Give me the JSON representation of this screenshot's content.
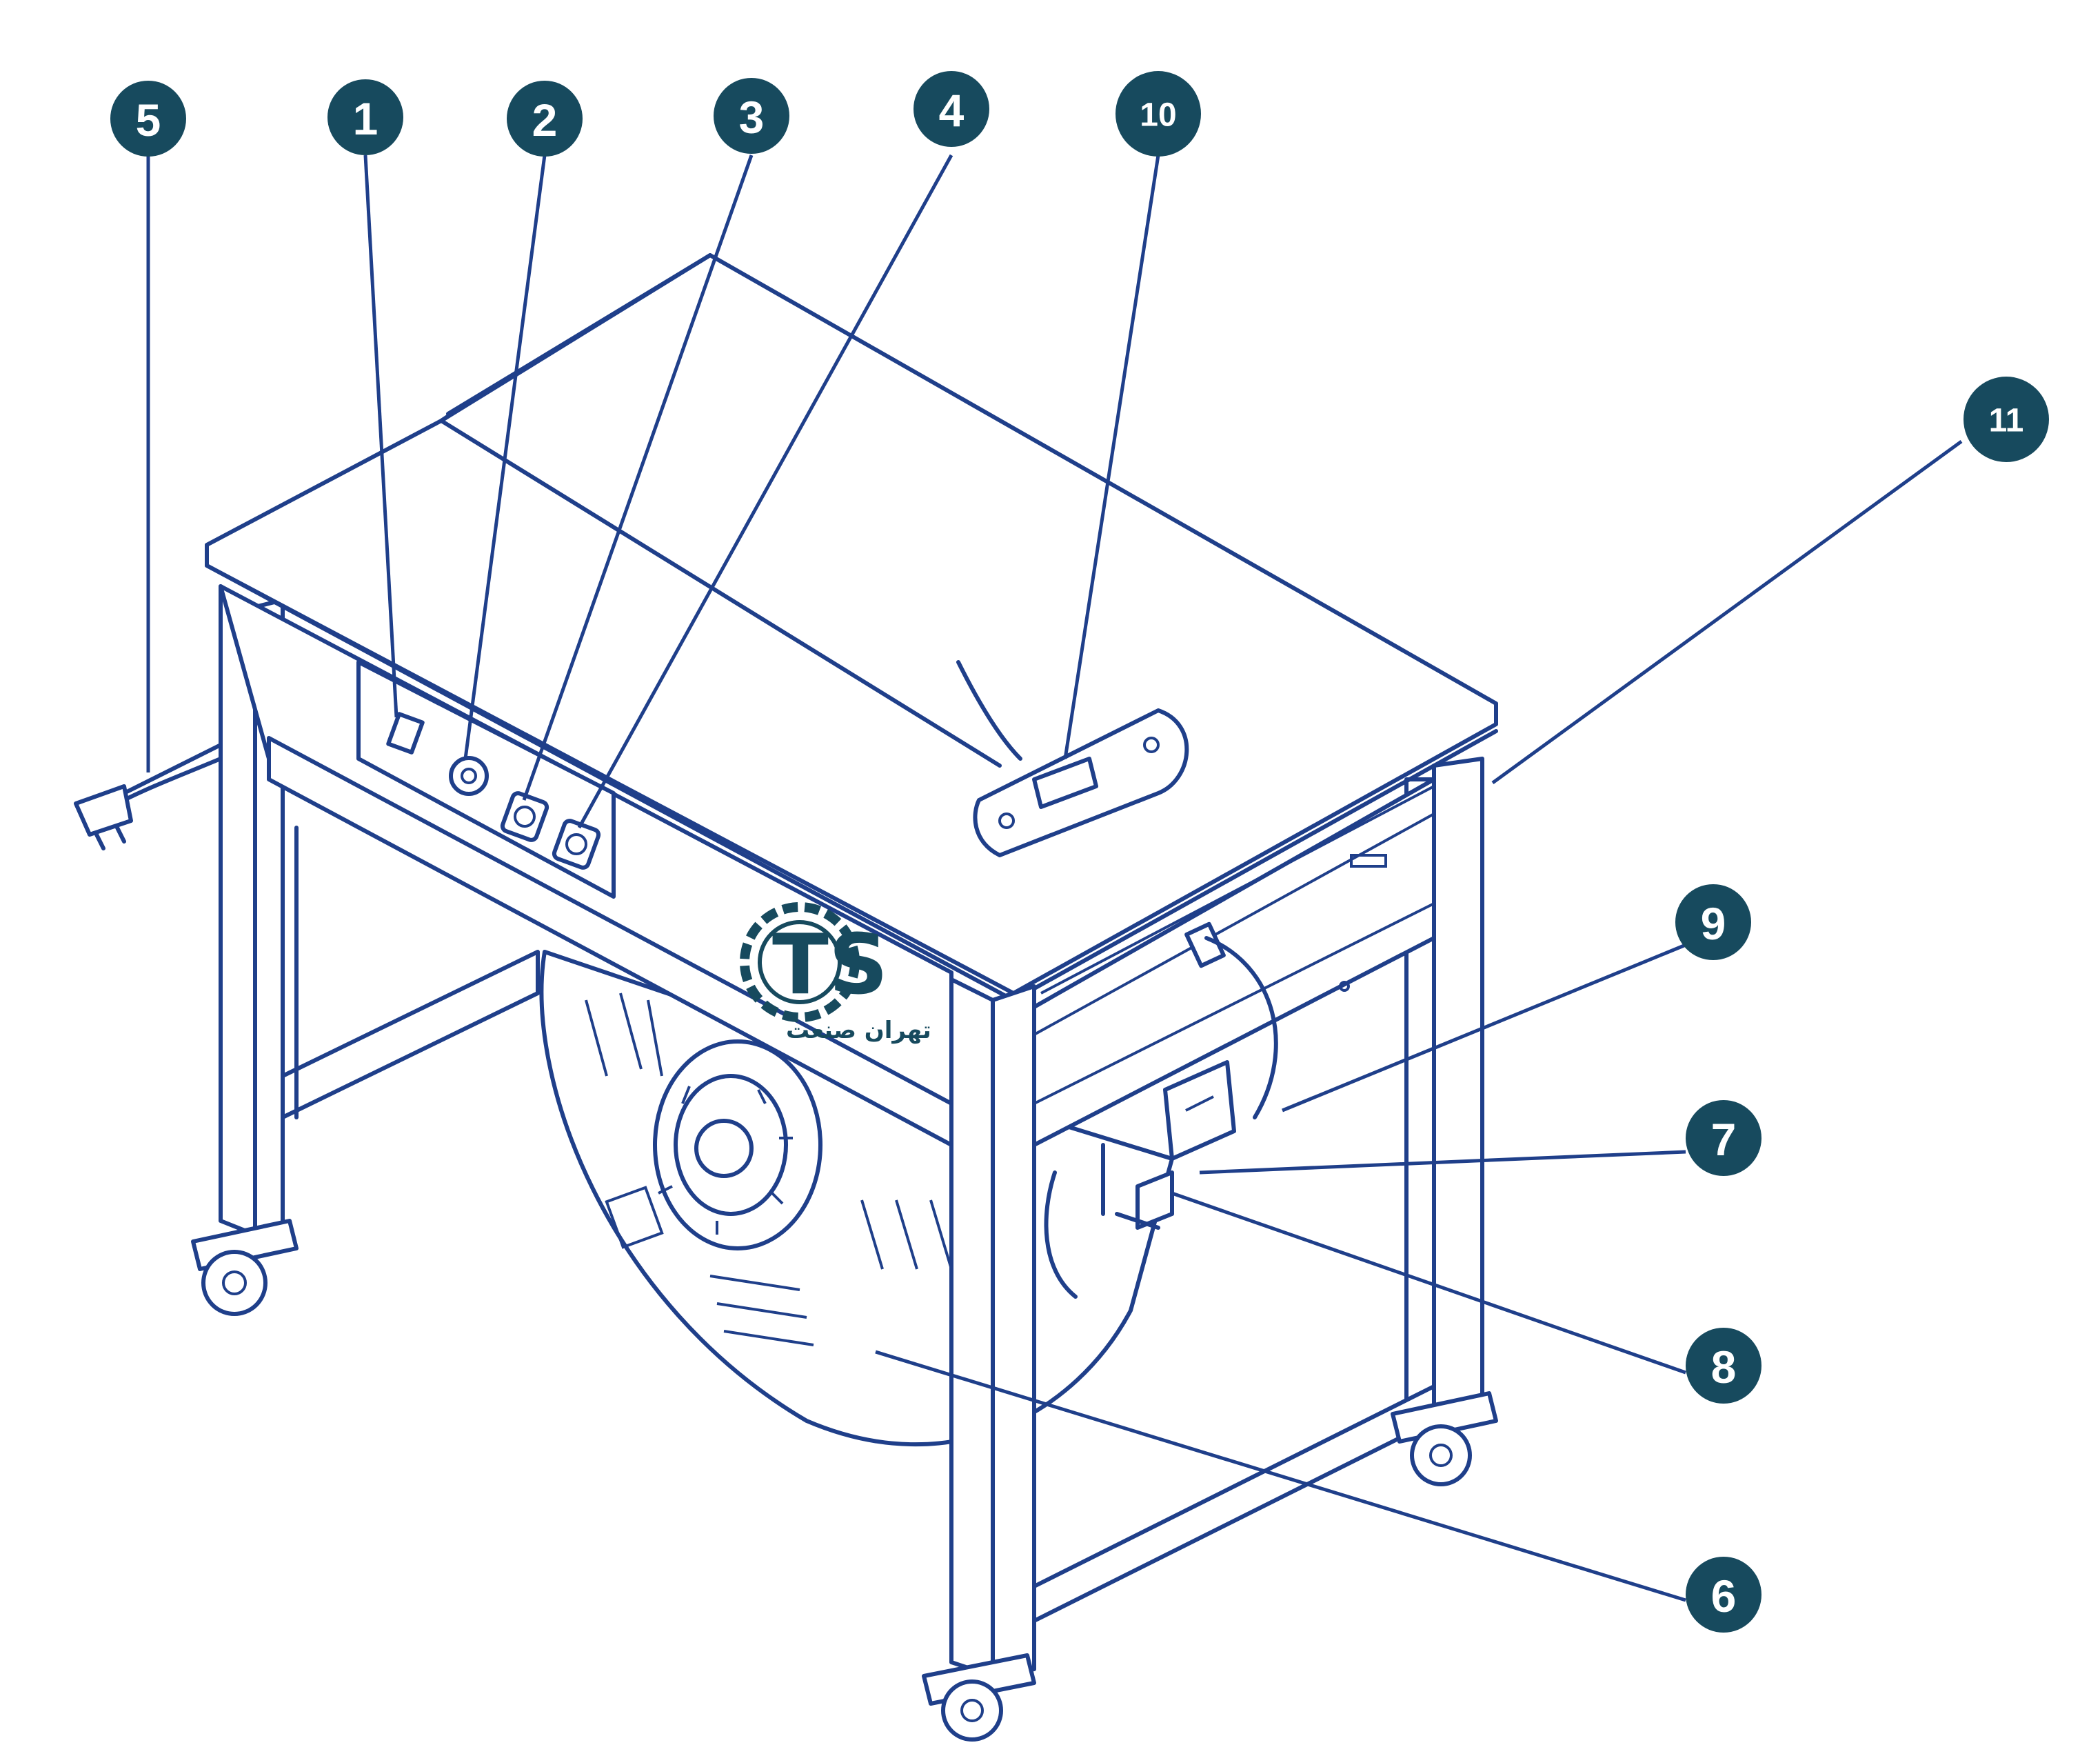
{
  "callouts": [
    {
      "id": "c1",
      "label": "1"
    },
    {
      "id": "c2",
      "label": "2"
    },
    {
      "id": "c3",
      "label": "3"
    },
    {
      "id": "c4",
      "label": "4"
    },
    {
      "id": "c5",
      "label": "5"
    },
    {
      "id": "c6",
      "label": "6"
    },
    {
      "id": "c7",
      "label": "7"
    },
    {
      "id": "c8",
      "label": "8"
    },
    {
      "id": "c9",
      "label": "9"
    },
    {
      "id": "c10",
      "label": "10"
    },
    {
      "id": "c11",
      "label": "11"
    }
  ],
  "logo": {
    "mark": "TS",
    "subtitle": "تهران صنعت"
  },
  "colors": {
    "line": "#1f3f8a",
    "badge": "#174a5e",
    "badge_text": "#ffffff",
    "background": "#ffffff"
  }
}
